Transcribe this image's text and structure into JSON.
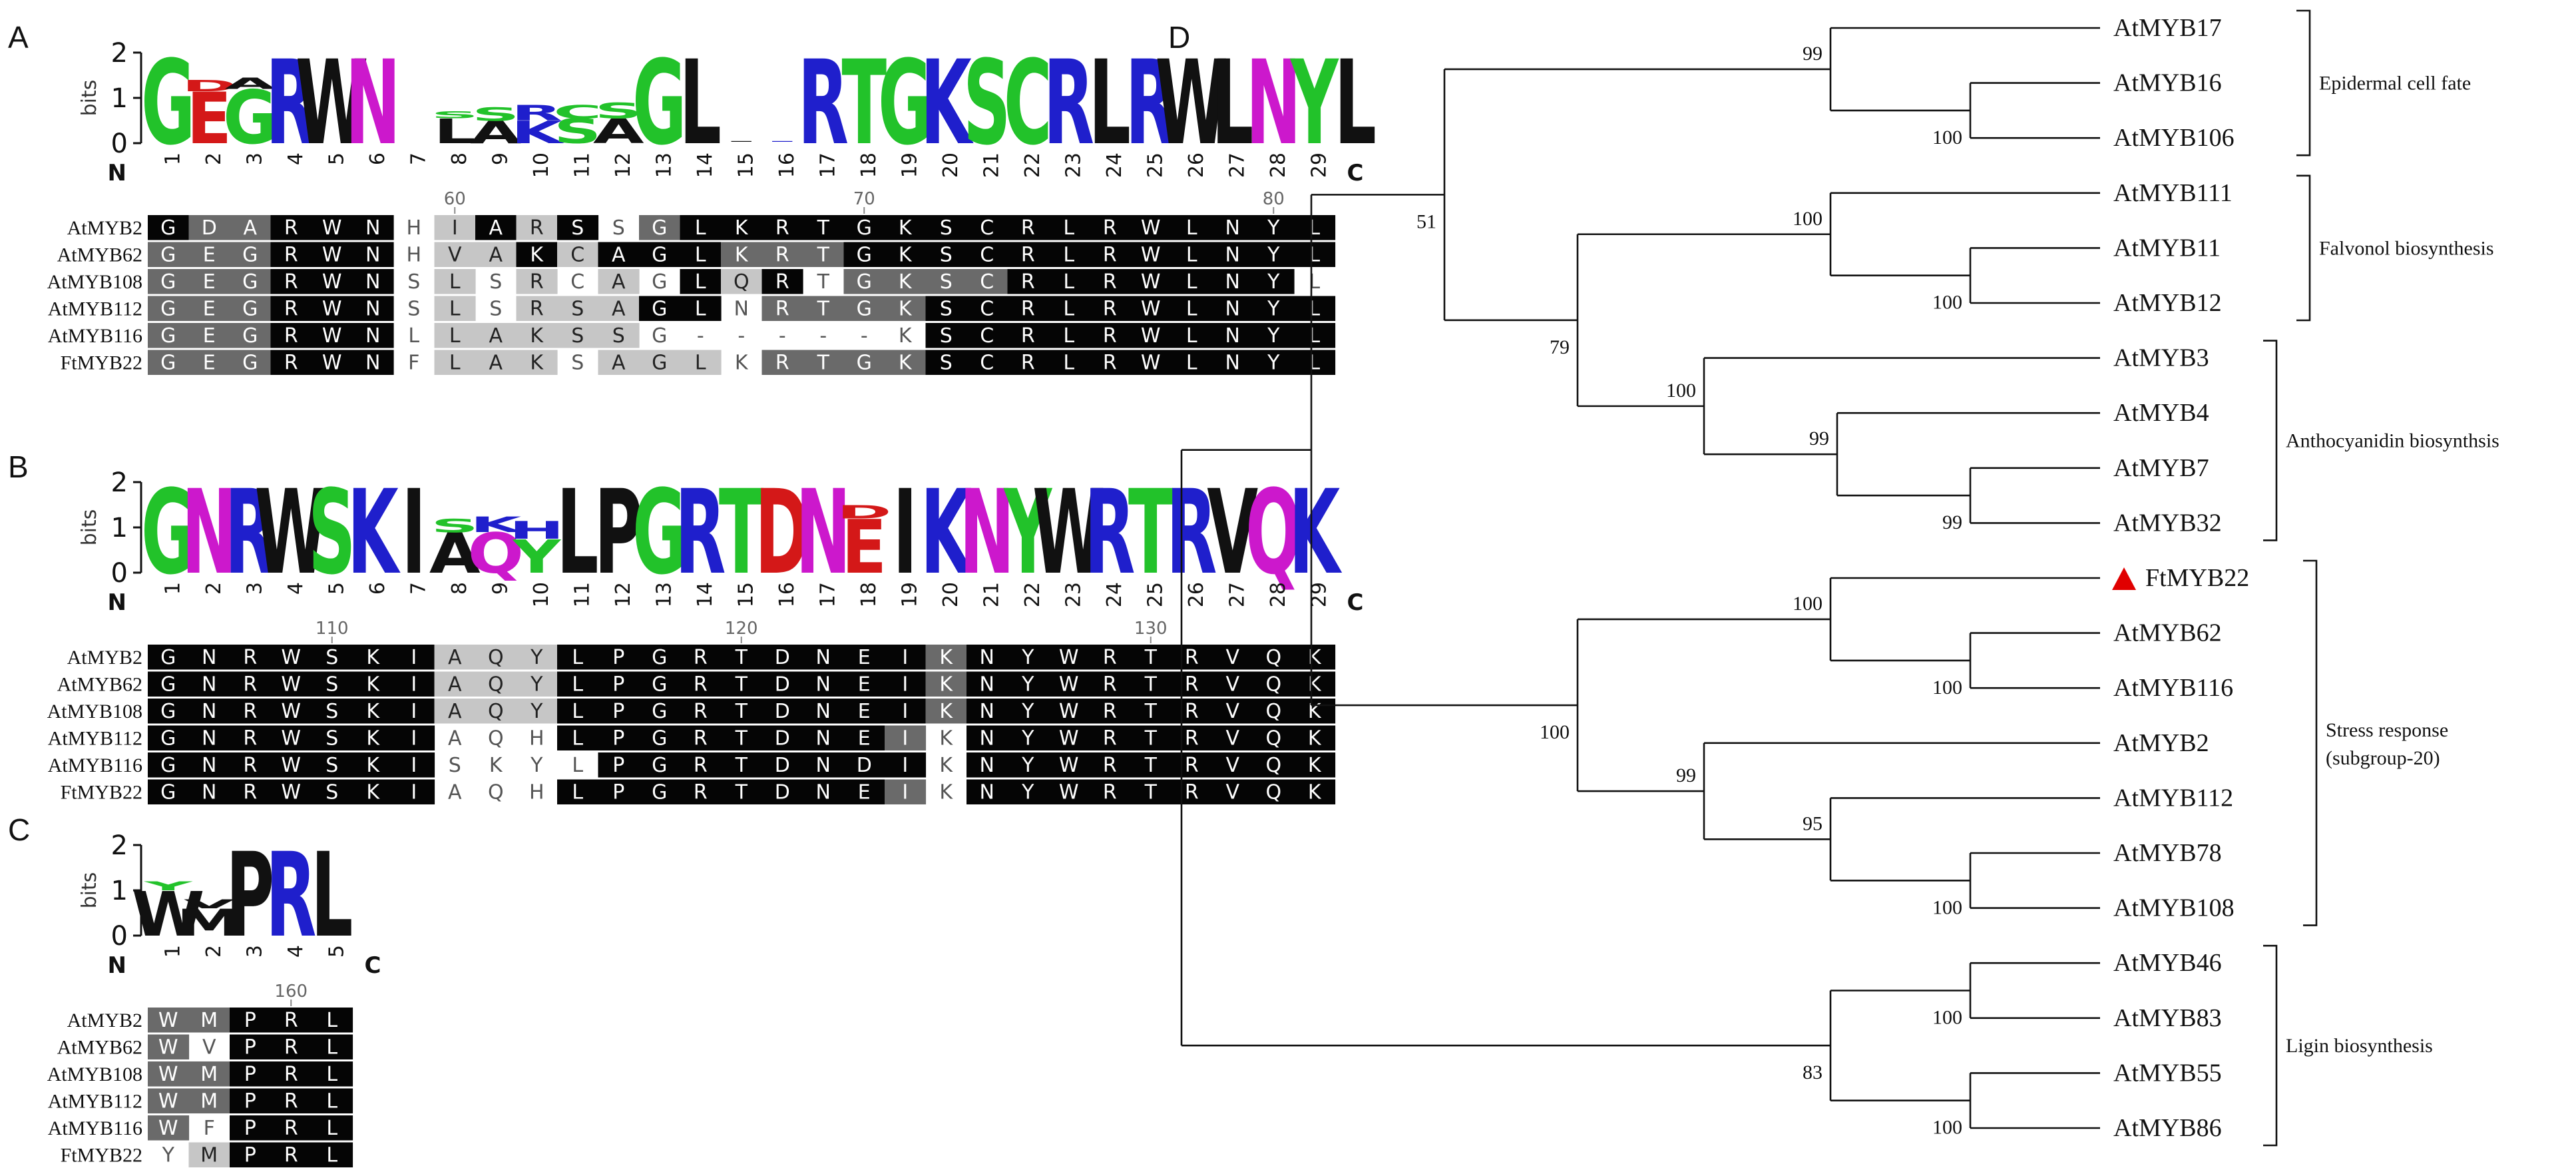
{
  "colors": {
    "green": "#22c22a",
    "blue": "#1f1fcc",
    "red": "#d41818",
    "magenta": "#cc18cc",
    "black": "#111111",
    "marker": "#e00000",
    "shade_dark": "#050505",
    "shade_mid": "#6a6a6a",
    "shade_light": "#c6c6c6"
  },
  "panels": [
    {
      "label": "A",
      "bits_label": "bits",
      "yticks": [
        "0",
        "1",
        "2"
      ],
      "n_label": "N",
      "c_label": "C",
      "positions": [
        "1",
        "2",
        "3",
        "4",
        "5",
        "6",
        "7",
        "8",
        "9",
        "10",
        "11",
        "12",
        "13",
        "14",
        "15",
        "16",
        "17",
        "18",
        "19",
        "20",
        "21",
        "22",
        "23",
        "24",
        "25",
        "26",
        "27",
        "28",
        "29"
      ],
      "ruler": [
        {
          "text": "60",
          "col": 8
        },
        {
          "text": "70",
          "col": 18
        },
        {
          "text": "80",
          "col": 28
        }
      ],
      "logo": [
        [
          {
            "c": "G",
            "h": 1.9,
            "col": "green"
          }
        ],
        [
          {
            "c": "E",
            "h": 1.15,
            "col": "red"
          },
          {
            "c": "D",
            "h": 0.25,
            "col": "red"
          }
        ],
        [
          {
            "c": "G",
            "h": 1.2,
            "col": "green"
          },
          {
            "c": "A",
            "h": 0.25,
            "col": "black"
          }
        ],
        [
          {
            "c": "R",
            "h": 1.9,
            "col": "blue"
          }
        ],
        [
          {
            "c": "W",
            "h": 1.9,
            "col": "black"
          }
        ],
        [
          {
            "c": "N",
            "h": 1.9,
            "col": "magenta"
          }
        ],
        [
          {
            "c": "",
            "h": 0,
            "col": "black"
          }
        ],
        [
          {
            "c": "L",
            "h": 0.55,
            "col": "black"
          },
          {
            "c": "S",
            "h": 0.15,
            "col": "green"
          }
        ],
        [
          {
            "c": "A",
            "h": 0.5,
            "col": "black"
          },
          {
            "c": "S",
            "h": 0.3,
            "col": "green"
          }
        ],
        [
          {
            "c": "K",
            "h": 0.5,
            "col": "blue"
          },
          {
            "c": "R",
            "h": 0.35,
            "col": "blue"
          }
        ],
        [
          {
            "c": "S",
            "h": 0.55,
            "col": "green"
          },
          {
            "c": "C",
            "h": 0.3,
            "col": "green"
          }
        ],
        [
          {
            "c": "A",
            "h": 0.55,
            "col": "black"
          },
          {
            "c": "S",
            "h": 0.35,
            "col": "green"
          }
        ],
        [
          {
            "c": "G",
            "h": 1.9,
            "col": "green"
          }
        ],
        [
          {
            "c": "L",
            "h": 1.9,
            "col": "black"
          }
        ],
        [
          {
            "c": "-",
            "h": 0.1,
            "col": "black"
          }
        ],
        [
          {
            "c": "-",
            "h": 0.1,
            "col": "blue"
          }
        ],
        [
          {
            "c": "R",
            "h": 1.9,
            "col": "blue"
          }
        ],
        [
          {
            "c": "T",
            "h": 1.9,
            "col": "green"
          }
        ],
        [
          {
            "c": "G",
            "h": 1.9,
            "col": "green"
          }
        ],
        [
          {
            "c": "K",
            "h": 1.9,
            "col": "blue"
          }
        ],
        [
          {
            "c": "S",
            "h": 1.9,
            "col": "green"
          }
        ],
        [
          {
            "c": "C",
            "h": 1.9,
            "col": "green"
          }
        ],
        [
          {
            "c": "R",
            "h": 1.9,
            "col": "blue"
          }
        ],
        [
          {
            "c": "L",
            "h": 1.9,
            "col": "black"
          }
        ],
        [
          {
            "c": "R",
            "h": 1.9,
            "col": "blue"
          }
        ],
        [
          {
            "c": "W",
            "h": 1.9,
            "col": "black"
          }
        ],
        [
          {
            "c": "L",
            "h": 1.9,
            "col": "black"
          }
        ],
        [
          {
            "c": "N",
            "h": 1.9,
            "col": "magenta"
          }
        ],
        [
          {
            "c": "Y",
            "h": 1.9,
            "col": "green"
          }
        ],
        [
          {
            "c": "L",
            "h": 1.9,
            "col": "black"
          }
        ]
      ],
      "names": [
        "AtMYB2",
        "AtMYB62",
        "AtMYB108",
        "AtMYB112",
        "AtMYB116",
        "FtMYB22"
      ],
      "seqs": [
        "GDARWNHIARSSGLKRTGKSCRLRWLNYL",
        "GEGRWNHVAKCAGLKRTGKSCRLRWLNYL",
        "GEGRWNSLSRCAGLQRTGKSCRLRWLNYL",
        "GEGRWNSLSRSAGLNRTGKSCRLRWLNYL",
        "GEGRWNLLAKSSG-----KSCRLRWLNYL",
        "GEGRWNFLAKSAGLKRTGKSCRLRWLNYL"
      ],
      "shades": [
        "dmmddd0ldld0mdddddddddddddddd",
        "mmmddd0lldldddmmmdddddddddddd",
        "mmmddd0l0l0l0dld0mmmmddddddd",
        "mmmddd0l0llldd0mmmmdddddddddd",
        "mmmddd0lllll0000000dddddddddd",
        "mmmddd0lll0lll0mmmmdddddddddd"
      ]
    },
    {
      "label": "B",
      "bits_label": "bits",
      "yticks": [
        "0",
        "1",
        "2"
      ],
      "n_label": "N",
      "c_label": "C",
      "positions": [
        "1",
        "2",
        "3",
        "4",
        "5",
        "6",
        "7",
        "8",
        "9",
        "10",
        "11",
        "12",
        "13",
        "14",
        "15",
        "16",
        "17",
        "18",
        "19",
        "20",
        "21",
        "22",
        "23",
        "24",
        "25",
        "26",
        "27",
        "28",
        "29"
      ],
      "ruler": [
        {
          "text": "110",
          "col": 5
        },
        {
          "text": "120",
          "col": 15
        },
        {
          "text": "130",
          "col": 25
        }
      ],
      "logo": [
        [
          {
            "c": "G",
            "h": 1.9,
            "col": "green"
          }
        ],
        [
          {
            "c": "N",
            "h": 1.9,
            "col": "magenta"
          }
        ],
        [
          {
            "c": "R",
            "h": 1.9,
            "col": "blue"
          }
        ],
        [
          {
            "c": "W",
            "h": 1.9,
            "col": "black"
          }
        ],
        [
          {
            "c": "S",
            "h": 1.9,
            "col": "green"
          }
        ],
        [
          {
            "c": "K",
            "h": 1.9,
            "col": "blue"
          }
        ],
        [
          {
            "c": "I",
            "h": 1.9,
            "col": "black"
          }
        ],
        [
          {
            "c": "A",
            "h": 0.9,
            "col": "black"
          },
          {
            "c": "S",
            "h": 0.3,
            "col": "green"
          }
        ],
        [
          {
            "c": "Q",
            "h": 0.9,
            "col": "magenta"
          },
          {
            "c": "K",
            "h": 0.35,
            "col": "blue"
          }
        ],
        [
          {
            "c": "Y",
            "h": 0.75,
            "col": "green"
          },
          {
            "c": "H",
            "h": 0.4,
            "col": "blue"
          }
        ],
        [
          {
            "c": "L",
            "h": 1.9,
            "col": "black"
          }
        ],
        [
          {
            "c": "P",
            "h": 1.9,
            "col": "black"
          }
        ],
        [
          {
            "c": "G",
            "h": 1.9,
            "col": "green"
          }
        ],
        [
          {
            "c": "R",
            "h": 1.9,
            "col": "blue"
          }
        ],
        [
          {
            "c": "T",
            "h": 1.9,
            "col": "green"
          }
        ],
        [
          {
            "c": "D",
            "h": 1.9,
            "col": "red"
          }
        ],
        [
          {
            "c": "N",
            "h": 1.9,
            "col": "magenta"
          }
        ],
        [
          {
            "c": "E",
            "h": 1.2,
            "col": "red"
          },
          {
            "c": "D",
            "h": 0.3,
            "col": "red"
          }
        ],
        [
          {
            "c": "I",
            "h": 1.9,
            "col": "black"
          }
        ],
        [
          {
            "c": "K",
            "h": 1.9,
            "col": "blue"
          }
        ],
        [
          {
            "c": "N",
            "h": 1.9,
            "col": "magenta"
          }
        ],
        [
          {
            "c": "Y",
            "h": 1.9,
            "col": "green"
          }
        ],
        [
          {
            "c": "W",
            "h": 1.9,
            "col": "black"
          }
        ],
        [
          {
            "c": "R",
            "h": 1.9,
            "col": "blue"
          }
        ],
        [
          {
            "c": "T",
            "h": 1.9,
            "col": "green"
          }
        ],
        [
          {
            "c": "R",
            "h": 1.9,
            "col": "blue"
          }
        ],
        [
          {
            "c": "V",
            "h": 1.9,
            "col": "black"
          }
        ],
        [
          {
            "c": "Q",
            "h": 1.9,
            "col": "magenta"
          }
        ],
        [
          {
            "c": "K",
            "h": 1.9,
            "col": "blue"
          }
        ]
      ],
      "names": [
        "AtMYB2",
        "AtMYB62",
        "AtMYB108",
        "AtMYB112",
        "AtMYB116",
        "FtMYB22"
      ],
      "seqs": [
        "GNRWSKIAQYLPGRTDNEIKNYWRTRVQK",
        "GNRWSKIAQYLPGRTDNEIKNYWRTRVQK",
        "GNRWSKIAQYLPGRTDNEIKNYWRTRVQK",
        "GNRWSKIAQHLPGRTDNEIKNYWRTRVQK",
        "GNRWSKISKYLPGRTDNDIKNYWRTRVQK",
        "GNRWSKIAQHLPGRTDNEIKNYWRTRVQK"
      ],
      "shades": [
        "dddddddllldddddddddmddddddddd",
        "dddddddllldddddddddmddddddddd",
        "dddddddllldddddddddmddddddddd",
        "ddddddd000ddddddddm0ddddddddd",
        "ddddddd0000dddddddd0ddddddddd",
        "ddddddd000ddddddddm0ddddddddd"
      ]
    },
    {
      "label": "C",
      "bits_label": "bits",
      "yticks": [
        "0",
        "1",
        "2"
      ],
      "n_label": "N",
      "c_label": "C",
      "positions": [
        "1",
        "2",
        "3",
        "4",
        "5"
      ],
      "ruler": [
        {
          "text": "160",
          "col": 4
        }
      ],
      "logo": [
        [
          {
            "c": "W",
            "h": 1.0,
            "col": "black"
          },
          {
            "c": "Y",
            "h": 0.2,
            "col": "green"
          }
        ],
        [
          {
            "c": "M",
            "h": 0.6,
            "col": "black"
          },
          {
            "c": "V",
            "h": 0.2,
            "col": "black"
          }
        ],
        [
          {
            "c": "P",
            "h": 1.9,
            "col": "black"
          }
        ],
        [
          {
            "c": "R",
            "h": 1.9,
            "col": "blue"
          }
        ],
        [
          {
            "c": "L",
            "h": 1.9,
            "col": "black"
          }
        ]
      ],
      "names": [
        "AtMYB2",
        "AtMYB62",
        "AtMYB108",
        "AtMYB112",
        "AtMYB116",
        "FtMYB22"
      ],
      "seqs": [
        "WMPRL",
        "WVPRL",
        "WMPRL",
        "WMPRL",
        "WFPRL",
        "YMPRL"
      ],
      "shades": [
        "mmddd",
        "m0ddd",
        "mmddd",
        "mmddd",
        "m0ddd",
        "0lddd"
      ]
    }
  ],
  "tree": {
    "label": "D",
    "leaves": [
      "AtMYB17",
      "AtMYB16",
      "AtMYB106",
      "AtMYB111",
      "AtMYB11",
      "AtMYB12",
      "AtMYB3",
      "AtMYB4",
      "AtMYB7",
      "AtMYB32",
      "FtMYB22",
      "AtMYB62",
      "AtMYB116",
      "AtMYB2",
      "AtMYB112",
      "AtMYB78",
      "AtMYB108",
      "AtMYB46",
      "AtMYB83",
      "AtMYB55",
      "AtMYB86"
    ],
    "highlight_leaf": "FtMYB22",
    "supports": {
      "n_17_16_106": "99",
      "n_16_106": "100",
      "n_epid_flav": "51",
      "n_111_11_12": "100",
      "n_11_12": "100",
      "n_flav_anth": "79",
      "n_anth": "100",
      "n_4_7_32": "99",
      "n_7_32": "99",
      "n_ft_62_116": "100",
      "n_62_116": "100",
      "n_stress": "100",
      "n_2_rest": "99",
      "n_112_78_108": "95",
      "n_78_108": "100",
      "n_46_83": "100",
      "n_lig": "83",
      "n_55_86": "100"
    },
    "groups": [
      {
        "lines": [
          "Epidermal cell fate"
        ]
      },
      {
        "lines": [
          "Falvonol biosynthesis"
        ]
      },
      {
        "lines": [
          "Anthocyanidin biosynthsis"
        ]
      },
      {
        "lines": [
          "Stress response",
          "(subgroup-20)"
        ]
      },
      {
        "lines": [
          "Ligin biosynthesis"
        ]
      }
    ]
  }
}
